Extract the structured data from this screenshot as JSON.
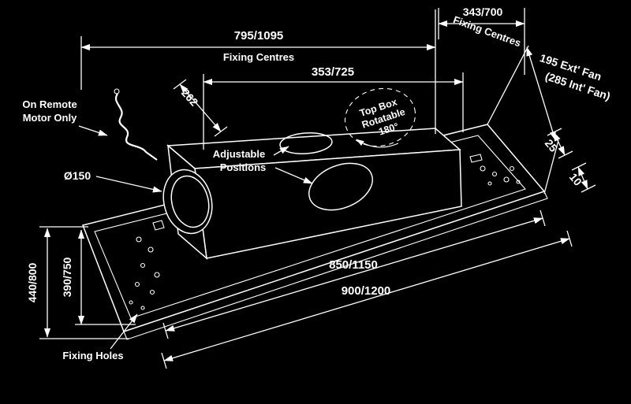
{
  "colors": {
    "background": "#000000",
    "line": "#ffffff"
  },
  "dims": {
    "width_fixing_centres": {
      "value": "795/1095",
      "label": "Fixing Centres"
    },
    "depth_fixing_centres": {
      "value": "343/700",
      "label": "Fixing Centres"
    },
    "top_box_width": "353/725",
    "top_box_setback": "262",
    "height_fan": {
      "line1": "195 Ext' Fan",
      "line2": "(285 Int' Fan)"
    },
    "rim_height": "25",
    "panel_thickness": "10",
    "inner_length": "850/1150",
    "overall_length": "900/1200",
    "inner_depth": "390/750",
    "overall_depth": "440/800",
    "duct_diameter": "Ø150"
  },
  "labels": {
    "remote_motor": {
      "line1": "On Remote",
      "line2": "Motor Only"
    },
    "adjustable": {
      "line1": "Adjustable",
      "line2": "Positions"
    },
    "top_box": {
      "line1": "Top Box",
      "line2": "Rotatable",
      "line3": "180°"
    },
    "fixing_holes": "Fixing Holes"
  }
}
